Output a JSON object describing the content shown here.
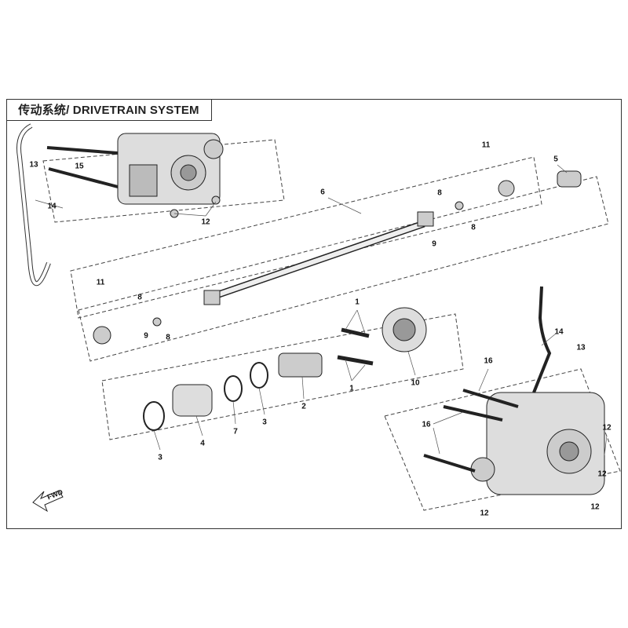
{
  "title": "传动系统/ DRIVETRAIN SYSTEM",
  "fwd_label": "FWD",
  "callouts": [
    "13",
    "15",
    "14",
    "12",
    "6",
    "11",
    "5",
    "8",
    "9",
    "8",
    "11",
    "8",
    "9",
    "8",
    "1",
    "1",
    "10",
    "2",
    "3",
    "7",
    "4",
    "3",
    "16",
    "14",
    "13",
    "16",
    "12",
    "12",
    "12",
    "12"
  ]
}
